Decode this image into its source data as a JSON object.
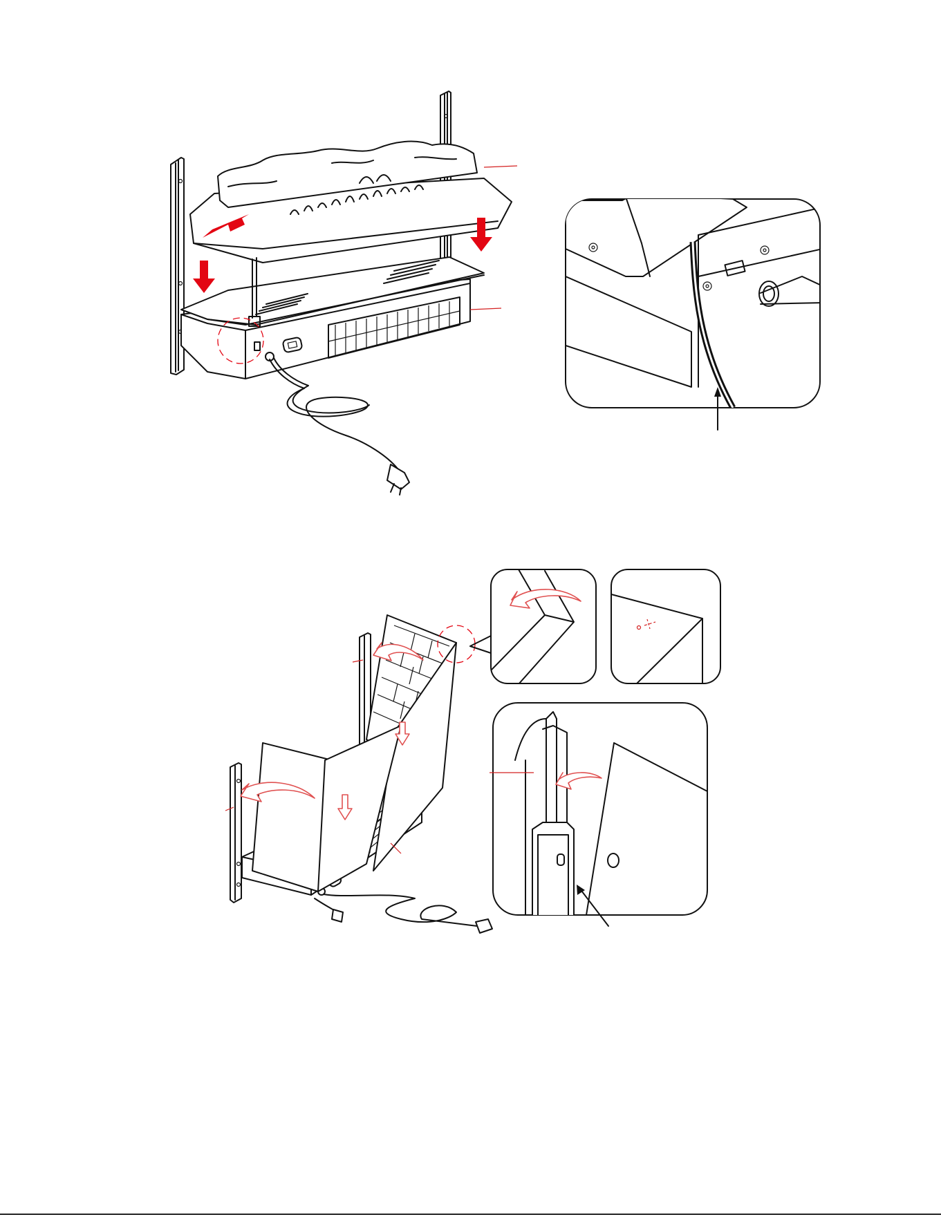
{
  "document": {
    "type": "assembly instruction diagram",
    "line_color": "#111111",
    "accent_color": "#e30613",
    "figures": [
      {
        "name": "figure-1",
        "description_items": [
          "log-effect",
          "firebox",
          "callout-cable-detail"
        ]
      },
      {
        "name": "figure-2",
        "description_items": [
          "brick-panels",
          "firebox",
          "callout-corner-detail",
          "callout-hole-detail",
          "callout-bracket-detail"
        ]
      }
    ]
  }
}
